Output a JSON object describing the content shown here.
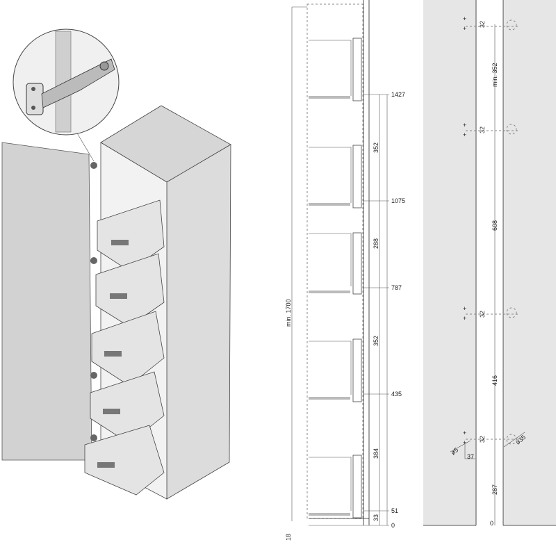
{
  "middle_section": {
    "height_labels": [
      "1427",
      "1075",
      "787",
      "435",
      "51",
      "0"
    ],
    "spacing_labels": [
      "352",
      "288",
      "352",
      "384",
      "33"
    ],
    "total_height_label": "min. 1700",
    "plinth_label": "18"
  },
  "right_section": {
    "spacing_labels": [
      "min. 352",
      "608",
      "416",
      "287"
    ],
    "zero_label": "0",
    "hinge_offset_labels": [
      "32",
      "32",
      "32",
      "32"
    ],
    "screw_hole_label": "ø5",
    "edge_distance_label": "37",
    "cup_hole_label": "ø35"
  },
  "colors": {
    "panel": "#e6e6e6",
    "door": "#d2d2d2",
    "cabinet": "#dadada",
    "line": "#222222"
  }
}
